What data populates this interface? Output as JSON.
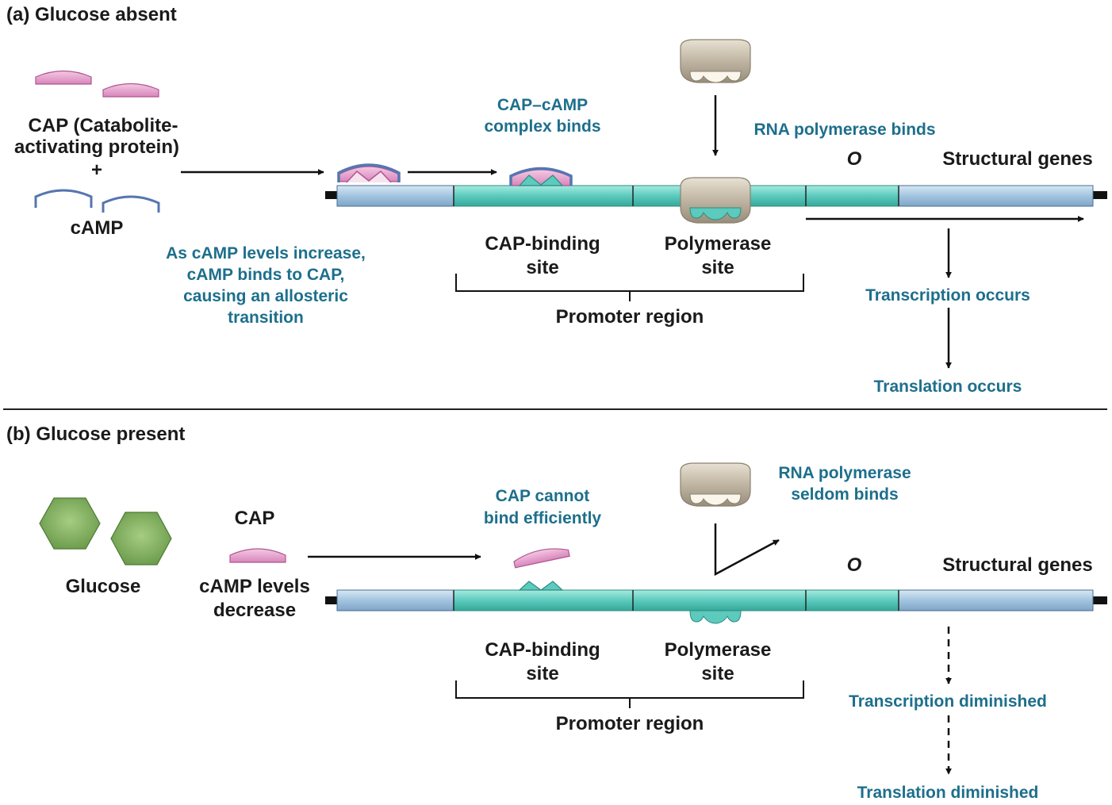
{
  "colors": {
    "teal_text": "#1d6f8c",
    "dna_blue": "#a8c8e0",
    "dna_teal": "#5cc9bc",
    "cap_pink": "#e9a3cf",
    "camp_blue": "#5576b0",
    "polymerase_gray": "#c9c0ae",
    "glucose_green": "#7aa85a"
  },
  "panel_a": {
    "title": "(a) Glucose absent",
    "cap_label_1": "CAP (Catabolite-",
    "cap_label_2": "activating protein)",
    "plus": "+",
    "camp": "cAMP",
    "note": [
      "As cAMP levels increase,",
      "cAMP binds to CAP,",
      "causing an allosteric",
      "transition"
    ],
    "complex": [
      "CAP–cAMP",
      "complex binds"
    ],
    "rna_binds": "RNA polymerase binds",
    "operator": "O",
    "structural": "Structural genes",
    "cap_site": [
      "CAP-binding",
      "site"
    ],
    "pol_site": [
      "Polymerase",
      "site"
    ],
    "promoter": "Promoter region",
    "transcription": "Transcription occurs",
    "translation": "Translation occurs"
  },
  "panel_b": {
    "title": "(b) Glucose present",
    "glucose": "Glucose",
    "cap": "CAP",
    "camp_levels": [
      "cAMP levels",
      "decrease"
    ],
    "cap_cannot": [
      "CAP cannot",
      "bind efficiently"
    ],
    "rna_seldom": [
      "RNA polymerase",
      "seldom binds"
    ],
    "operator": "O",
    "structural": "Structural genes",
    "cap_site": [
      "CAP-binding",
      "site"
    ],
    "pol_site": [
      "Polymerase",
      "site"
    ],
    "promoter": "Promoter region",
    "transcription": "Transcription diminished",
    "translation": "Translation diminished"
  }
}
